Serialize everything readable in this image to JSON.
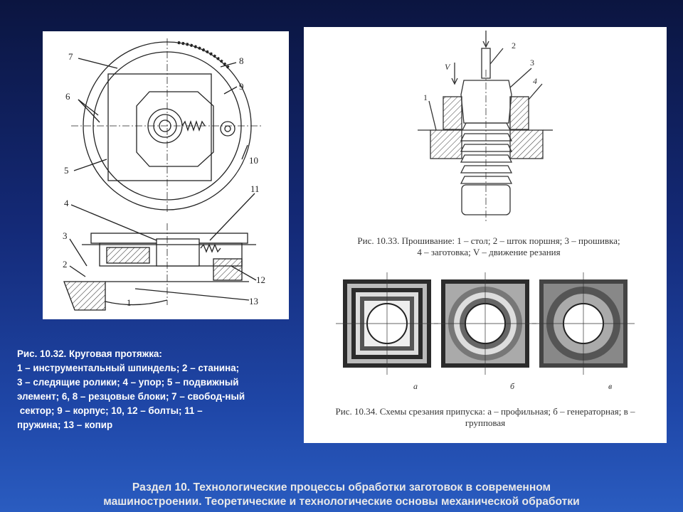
{
  "left_figure": {
    "labels": [
      "7",
      "8",
      "6",
      "9",
      "5",
      "10",
      "11",
      "4",
      "3",
      "12",
      "2",
      "1",
      "13"
    ]
  },
  "caption_left": {
    "lines": [
      "Рис. 10.32. Круговая протяжка:",
      "1 – инструментальный шпиндель; 2 – станина;",
      "3 –  следящие ролики; 4 – упор; 5 – подвижный",
      "элемент; 6, 8 – резцовые блоки; 7 – свобод-ный",
      " сектор; 9 – корпус; 10, 12 – болты; 11 –",
      "пружина; 13 – копир"
    ]
  },
  "right_figure": {
    "top_labels": [
      "2",
      "3",
      "4",
      "1",
      "V"
    ],
    "caption_1033": [
      "Рис. 10.33. Прошивание: 1 – стол; 2 – шток поршня; 3 – прошивка;",
      "4 – заготовка; V – движение резания"
    ],
    "scheme_labels": [
      "а",
      "б",
      "в"
    ],
    "caption_1034": [
      "Рис. 10.34. Схемы срезания припуска: а – профильная; б – генераторная; в –",
      "групповая"
    ]
  },
  "footer": {
    "lines": [
      "Раздел 10. Технологические процессы обработки заготовок в современном",
      "машиностроении. Теоретические и технологические основы механической обработки"
    ]
  },
  "colors": {
    "background_top": "#0b1540",
    "background_bottom": "#2a5cc0",
    "text": "#ffffff",
    "footer_text": "#e8e8e8"
  }
}
